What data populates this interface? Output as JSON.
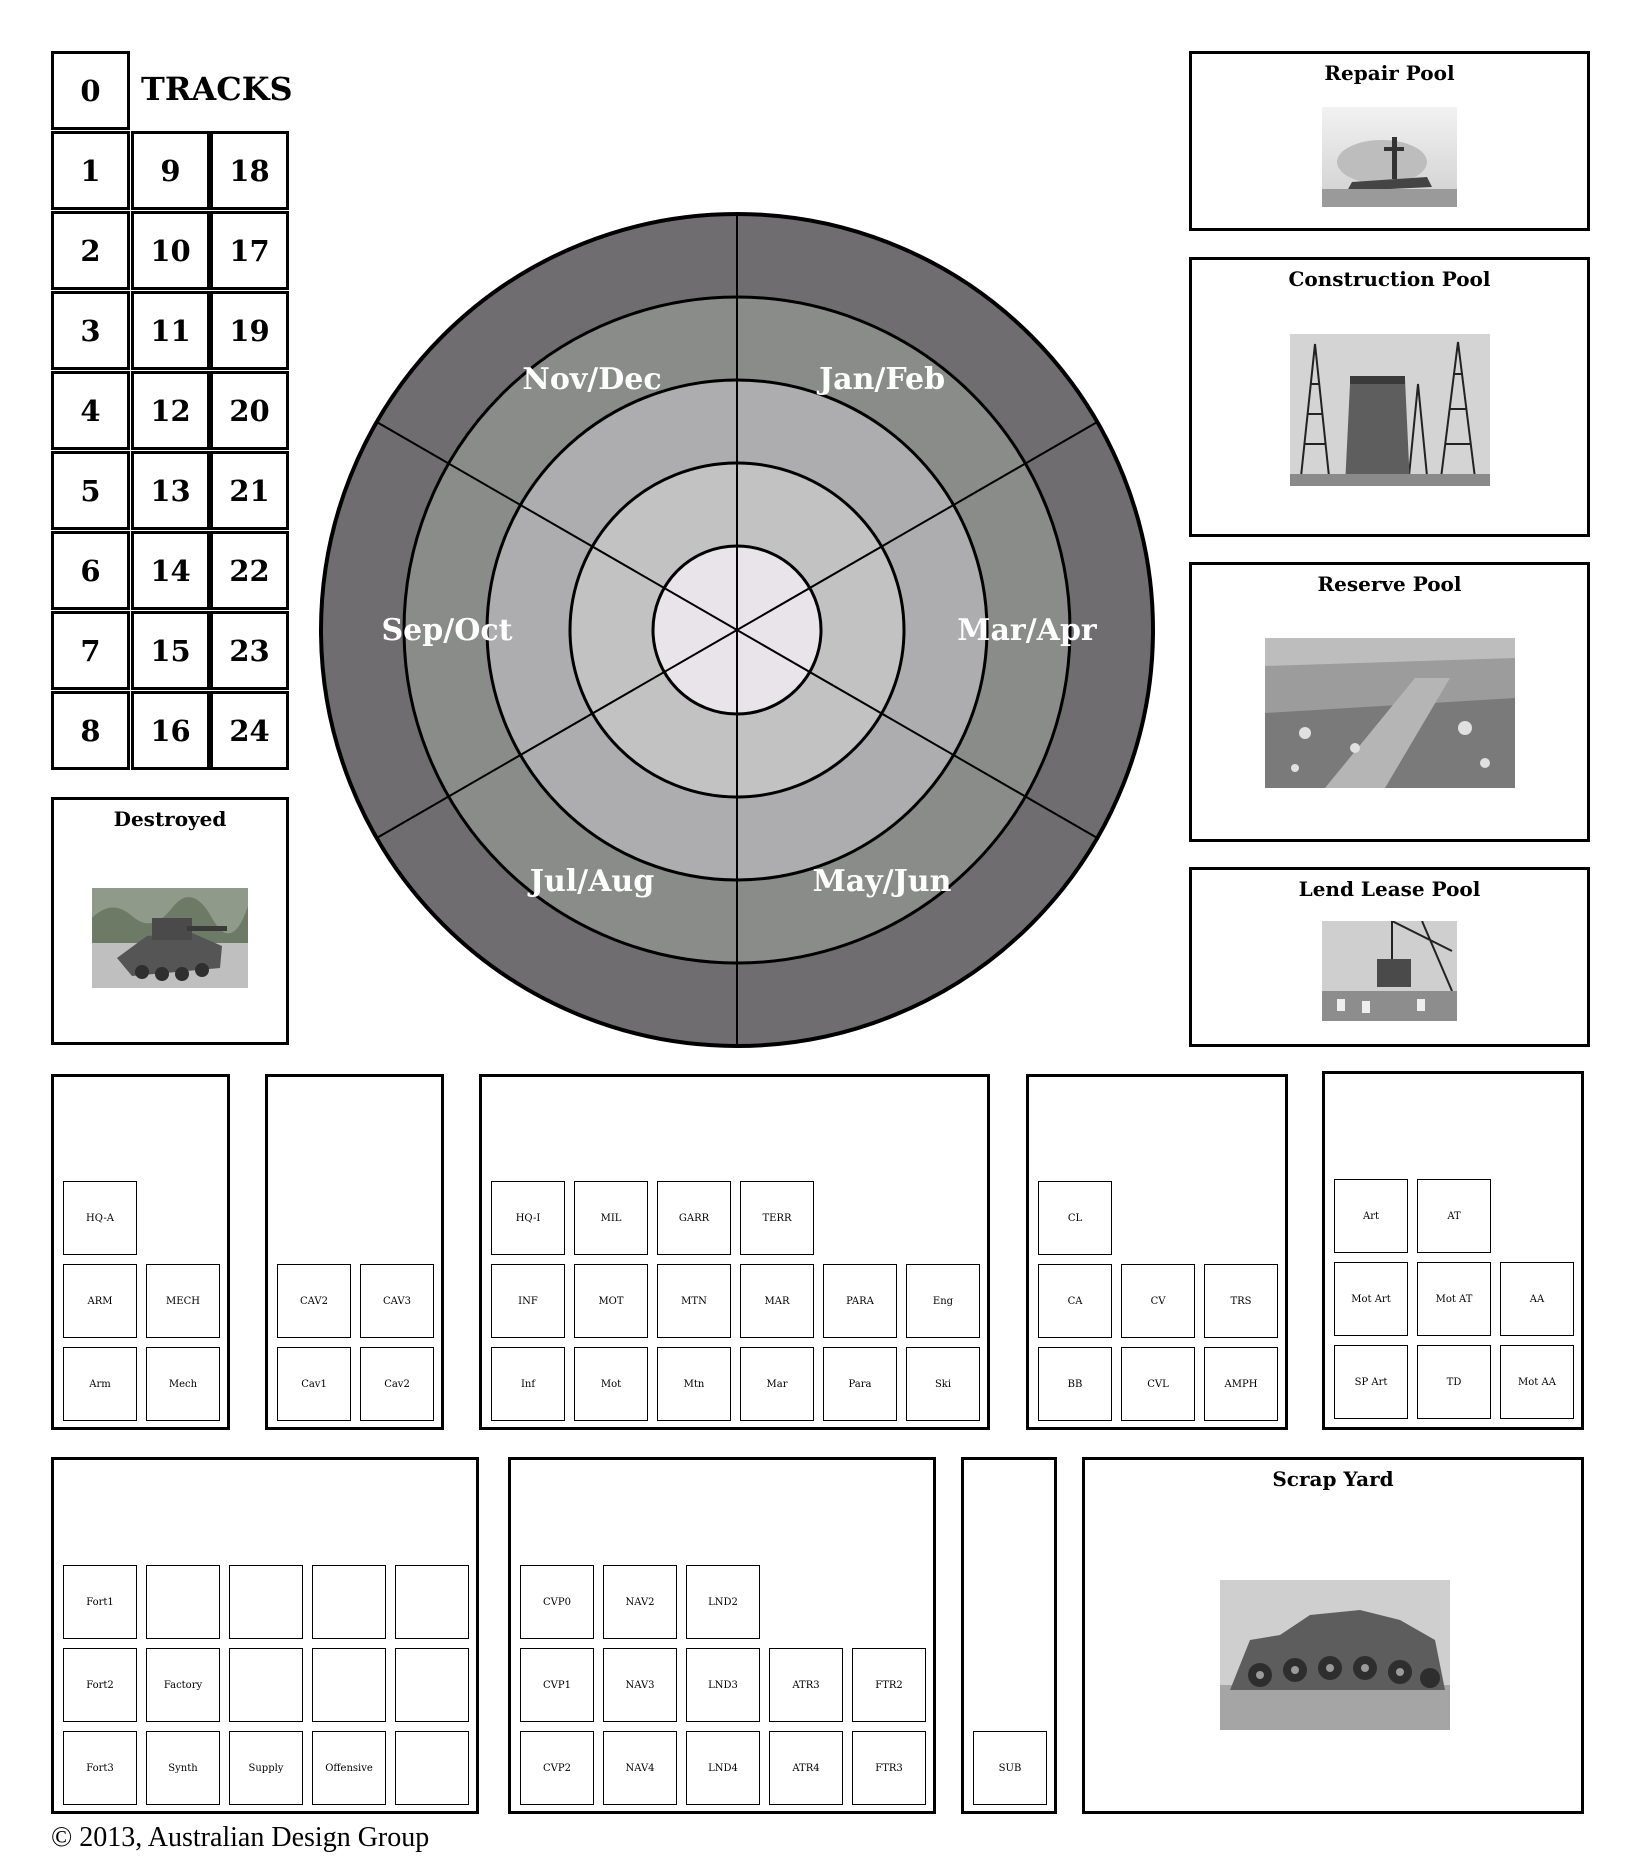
{
  "tracks": {
    "title": "TRACKS",
    "zero": "0",
    "columns": [
      [
        "1",
        "2",
        "3",
        "4",
        "5",
        "6",
        "7",
        "8"
      ],
      [
        "9",
        "10",
        "11",
        "12",
        "13",
        "14",
        "15",
        "16"
      ],
      [
        "18",
        "17",
        "19",
        "20",
        "21",
        "22",
        "23",
        "24"
      ]
    ]
  },
  "turn_wheel": {
    "labels": [
      "Nov/Dec",
      "Jan/Feb",
      "Mar/Apr",
      "May/Jun",
      "Jul/Aug",
      "Sep/Oct"
    ],
    "ring_colors": [
      "#6f6d70",
      "#8a8c89",
      "#adacae",
      "#c2c2c2",
      "#e9e4e9"
    ]
  },
  "pools": {
    "repair": "Repair Pool",
    "construction": "Construction Pool",
    "reserve": "Reserve Pool",
    "lend_lease": "Lend Lease Pool",
    "destroyed": "Destroyed",
    "scrap_yard": "Scrap Yard"
  },
  "unit_groups": {
    "armor": {
      "rows": [
        [
          "HQ-A"
        ],
        [
          "ARM",
          "MECH"
        ],
        [
          "Arm",
          "Mech"
        ]
      ]
    },
    "cavalry": {
      "rows": [
        [
          "CAV2",
          "CAV3"
        ],
        [
          "Cav1",
          "Cav2"
        ]
      ]
    },
    "infantry": {
      "rows": [
        [
          "HQ-I",
          "MIL",
          "GARR",
          "TERR"
        ],
        [
          "INF",
          "MOT",
          "MTN",
          "MAR",
          "PARA",
          "Eng"
        ],
        [
          "Inf",
          "Mot",
          "Mtn",
          "Mar",
          "Para",
          "Ski"
        ]
      ]
    },
    "naval": {
      "rows": [
        [
          "CL"
        ],
        [
          "CA",
          "CV",
          "TRS"
        ],
        [
          "BB",
          "CVL",
          "AMPH"
        ]
      ]
    },
    "artillery": {
      "rows": [
        [
          "Art",
          "AT"
        ],
        [
          "Mot Art",
          "Mot AT",
          "AA"
        ],
        [
          "SP Art",
          "TD",
          "Mot AA"
        ]
      ]
    },
    "forts": {
      "rows": [
        [
          "Fort1",
          "",
          "",
          "",
          ""
        ],
        [
          "Fort2",
          "Factory",
          "",
          "",
          ""
        ],
        [
          "Fort3",
          "Synth",
          "Supply",
          "Offensive",
          ""
        ]
      ]
    },
    "air": {
      "rows": [
        [
          "CVP0",
          "NAV2",
          "LND2"
        ],
        [
          "CVP1",
          "NAV3",
          "LND3",
          "ATR3",
          "FTR2"
        ],
        [
          "CVP2",
          "NAV4",
          "LND4",
          "ATR4",
          "FTR3"
        ]
      ]
    },
    "sub": {
      "rows": [
        [
          "SUB"
        ]
      ]
    }
  },
  "copyright": "© 2013, Australian Design Group"
}
